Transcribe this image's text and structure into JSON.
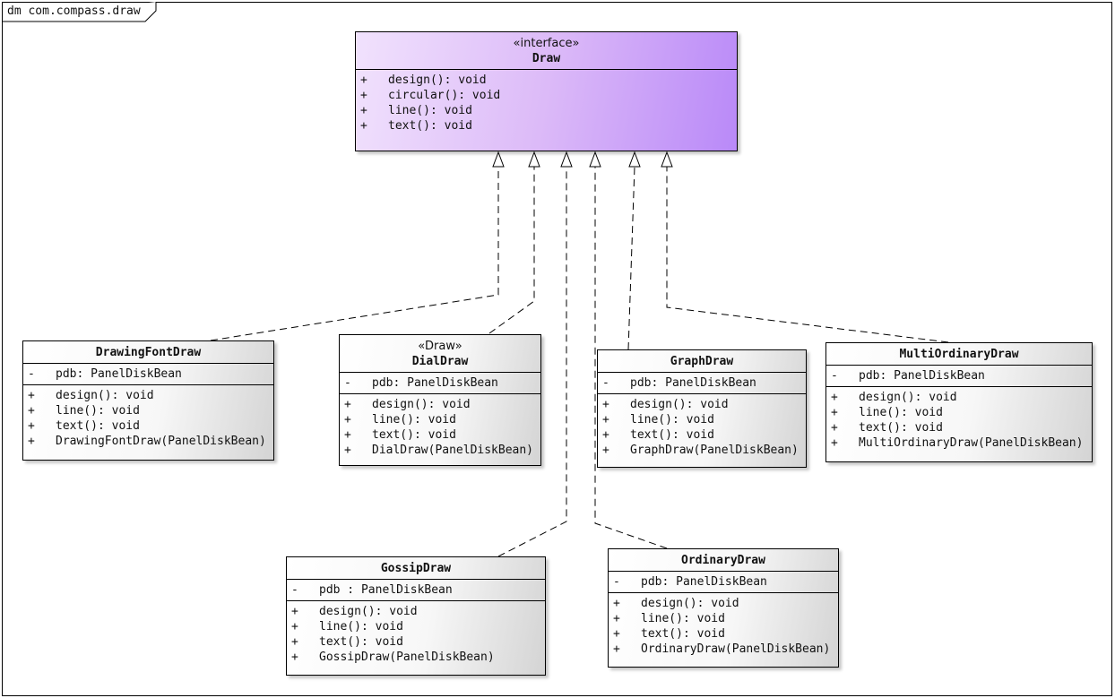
{
  "frame": {
    "label": "dm com.compass.draw"
  },
  "classes": {
    "draw": {
      "stereotype": "«interface»",
      "name": "Draw",
      "operations": [
        {
          "vis": "+",
          "text": "design(): void"
        },
        {
          "vis": "+",
          "text": "circular(): void"
        },
        {
          "vis": "+",
          "text": "line(): void"
        },
        {
          "vis": "+",
          "text": "text(): void"
        }
      ]
    },
    "drawingfont": {
      "name": "DrawingFontDraw",
      "attributes": [
        {
          "vis": "-",
          "text": "pdb: PanelDiskBean"
        }
      ],
      "operations": [
        {
          "vis": "+",
          "text": "design(): void"
        },
        {
          "vis": "+",
          "text": "line(): void"
        },
        {
          "vis": "+",
          "text": "text(): void"
        },
        {
          "vis": "+",
          "text": "DrawingFontDraw(PanelDiskBean)"
        }
      ]
    },
    "dial": {
      "stereotype": "«Draw»",
      "name": "DialDraw",
      "attributes": [
        {
          "vis": "-",
          "text": "pdb: PanelDiskBean"
        }
      ],
      "operations": [
        {
          "vis": "+",
          "text": "design(): void"
        },
        {
          "vis": "+",
          "text": "line(): void"
        },
        {
          "vis": "+",
          "text": "text(): void"
        },
        {
          "vis": "+",
          "text": "DialDraw(PanelDiskBean)"
        }
      ]
    },
    "graph": {
      "name": "GraphDraw",
      "attributes": [
        {
          "vis": "-",
          "text": "pdb: PanelDiskBean"
        }
      ],
      "operations": [
        {
          "vis": "+",
          "text": "design(): void"
        },
        {
          "vis": "+",
          "text": "line(): void"
        },
        {
          "vis": "+",
          "text": "text(): void"
        },
        {
          "vis": "+",
          "text": "GraphDraw(PanelDiskBean)"
        }
      ]
    },
    "multiordinary": {
      "name": "MultiOrdinaryDraw",
      "attributes": [
        {
          "vis": "-",
          "text": "pdb: PanelDiskBean"
        }
      ],
      "operations": [
        {
          "vis": "+",
          "text": "design(): void"
        },
        {
          "vis": "+",
          "text": "line(): void"
        },
        {
          "vis": "+",
          "text": "text(): void"
        },
        {
          "vis": "+",
          "text": "MultiOrdinaryDraw(PanelDiskBean)"
        }
      ]
    },
    "gossip": {
      "name": "GossipDraw",
      "attributes": [
        {
          "vis": "-",
          "text": "pdb : PanelDiskBean"
        }
      ],
      "operations": [
        {
          "vis": "+",
          "text": "design(): void"
        },
        {
          "vis": "+",
          "text": "line(): void"
        },
        {
          "vis": "+",
          "text": "text(): void"
        },
        {
          "vis": "+",
          "text": "GossipDraw(PanelDiskBean)"
        }
      ]
    },
    "ordinary": {
      "name": "OrdinaryDraw",
      "attributes": [
        {
          "vis": "-",
          "text": "pdb: PanelDiskBean"
        }
      ],
      "operations": [
        {
          "vis": "+",
          "text": "design(): void"
        },
        {
          "vis": "+",
          "text": "line(): void"
        },
        {
          "vis": "+",
          "text": "text(): void"
        },
        {
          "vis": "+",
          "text": "OrdinaryDraw(PanelDiskBean)"
        }
      ]
    }
  },
  "relations": [
    {
      "type": "realization",
      "from": "drawingfont",
      "to": "draw"
    },
    {
      "type": "realization",
      "from": "dial",
      "to": "draw"
    },
    {
      "type": "realization",
      "from": "gossip",
      "to": "draw"
    },
    {
      "type": "realization",
      "from": "ordinary",
      "to": "draw"
    },
    {
      "type": "realization",
      "from": "graph",
      "to": "draw"
    },
    {
      "type": "realization",
      "from": "multiordinary",
      "to": "draw"
    }
  ]
}
